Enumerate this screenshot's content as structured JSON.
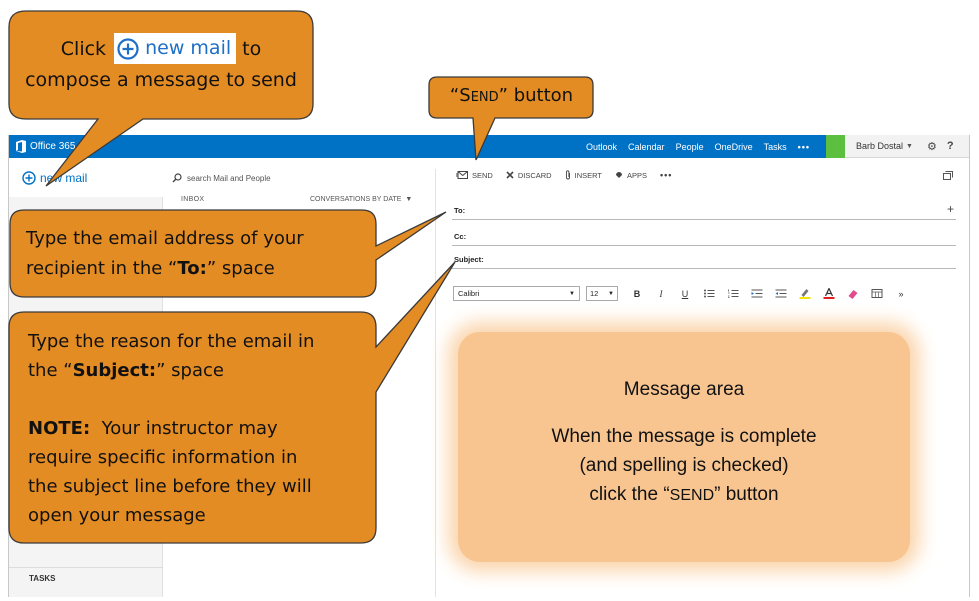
{
  "topbar": {
    "brand": "Office 365",
    "nav": [
      "Outlook",
      "Calendar",
      "People",
      "OneDrive",
      "Tasks",
      "…"
    ],
    "user": "Barb Dostal",
    "settings_icon": "gear-icon",
    "help": "?",
    "colors": {
      "bar": "#0072c6",
      "accent": "#5cbf40"
    }
  },
  "left": {
    "new_mail": "new mail",
    "tasks": "TASKS"
  },
  "list": {
    "search_placeholder": "search Mail and People",
    "folder": "INBOX",
    "sort": "CONVERSATIONS BY DATE"
  },
  "compose": {
    "toolbar": {
      "send": "SEND",
      "discard": "DISCARD",
      "insert": "INSERT",
      "apps": "APPS",
      "more": "•••"
    },
    "to_label": "To:",
    "cc_label": "Cc:",
    "subject_label": "Subject:",
    "add_recipient": "+",
    "font": "Calibri",
    "font_size": "12",
    "format_buttons": {
      "bold": "B",
      "italic": "I",
      "underline": "U"
    }
  },
  "callouts": {
    "new_mail": {
      "click": "Click",
      "button": "new mail",
      "to": "to",
      "line2": "compose a message to send"
    },
    "send": {
      "quote_open": "“",
      "s": "S",
      "end": "END",
      "rest": "” button"
    },
    "to": {
      "line1": "Type the email address of your",
      "line2_pre": "recipient in the “",
      "bold": "To:",
      "line2_post": "” space"
    },
    "subject": {
      "line1": "Type the reason for the email in",
      "line2_pre": "the “",
      "bold": "Subject:",
      "line2_post": "” space",
      "note_label": "NOTE:",
      "note_line1": "  Your instructor may",
      "note_line2": "require specific information in",
      "note_line3": "the subject line before they will",
      "note_line4": "open your message"
    },
    "color": "#e48c24"
  },
  "message_area": {
    "title": "Message area",
    "line1": "When the message is complete",
    "line2": "(and spelling is checked)",
    "line3_pre": "click the “",
    "line3_send": "SEND",
    "line3_post": "” button"
  }
}
